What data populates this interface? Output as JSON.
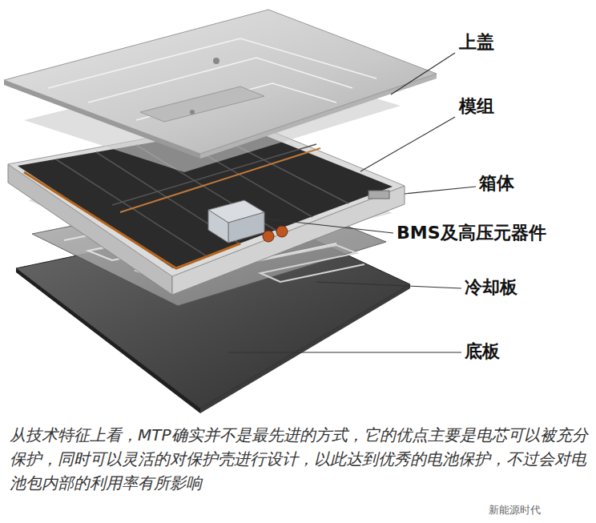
{
  "diagram": {
    "caption": "从技术特征上看，MTP确实并不是最先进的方式，它的优点主要是电芯可以被充分保护，同时可以灵活的对保护壳进行设计，以此达到优秀的电池保护，不过会对电池包内部的利用率有所影响",
    "labels": [
      "上盖",
      "模组",
      "箱体",
      "BMS及高压元器件",
      "冷却板",
      "底板",
      "新能源时代"
    ]
  }
}
